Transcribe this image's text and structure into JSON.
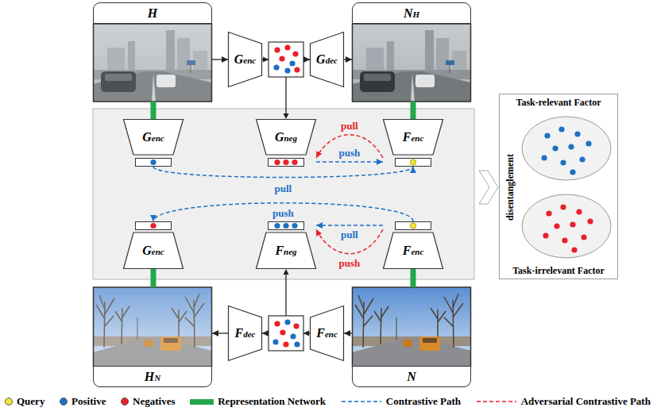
{
  "diagram": {
    "nodes": [
      {
        "text": [
          "H"
        ]
      },
      {
        "text": [
          "Genc"
        ]
      },
      {
        "text": [
          "Gdec"
        ]
      },
      {
        "text": [
          "NH"
        ]
      },
      {
        "text": [
          "Genc"
        ]
      },
      {
        "text": [
          "Gneg"
        ]
      },
      {
        "text": [
          "Fenc"
        ]
      },
      {
        "text": [
          "Genc"
        ]
      },
      {
        "text": [
          "Fneg"
        ]
      },
      {
        "text": [
          "Fenc"
        ]
      },
      {
        "text": [
          "Task-relevant Factor",
          "disentanglement",
          "Task-irrelevant Factor"
        ]
      },
      {
        "text": [
          "HN"
        ]
      },
      {
        "text": [
          "Fdec"
        ]
      },
      {
        "text": [
          "Fenc"
        ]
      },
      {
        "text": [
          "N"
        ]
      }
    ],
    "edges": [
      {
        "from": 0,
        "to": 1,
        "arrow": "to"
      },
      {
        "from": 1,
        "to": 2,
        "arrow": "to"
      },
      {
        "from": 2,
        "to": 3,
        "arrow": "to"
      },
      {
        "from": 0,
        "to": 4,
        "arrow": "none"
      },
      {
        "from": 3,
        "to": 6,
        "arrow": "none"
      },
      {
        "from": 4,
        "to": 6,
        "label": "pull",
        "arrow": "to"
      },
      {
        "from": 5,
        "to": 6,
        "label": "push",
        "arrow": "to"
      },
      {
        "from": 6,
        "to": 5,
        "label": "pull",
        "arrow": "to"
      },
      {
        "from": 9,
        "to": 7,
        "label": "push",
        "arrow": "to"
      },
      {
        "from": 9,
        "to": 8,
        "label": "pull",
        "arrow": "to"
      },
      {
        "from": 9,
        "to": 8,
        "label": "push",
        "arrow": "to"
      },
      {
        "from": 7,
        "to": 11,
        "arrow": "none"
      },
      {
        "from": 9,
        "to": 14,
        "arrow": "none"
      },
      {
        "from": 14,
        "to": 13,
        "arrow": "to"
      },
      {
        "from": 13,
        "to": 12,
        "arrow": "to"
      },
      {
        "from": 12,
        "to": 11,
        "arrow": "to"
      }
    ],
    "legend": [
      {
        "text": "Query",
        "color": "#f5e633"
      },
      {
        "text": "Positive",
        "color": "#1f6fc5"
      },
      {
        "text": "Negatives",
        "color": "#e8212a"
      },
      {
        "text": "Representation Network",
        "color": "#22a84a"
      },
      {
        "text": "Contrastive Path"
      },
      {
        "text": "Adversarial Contrastive Path"
      }
    ]
  }
}
